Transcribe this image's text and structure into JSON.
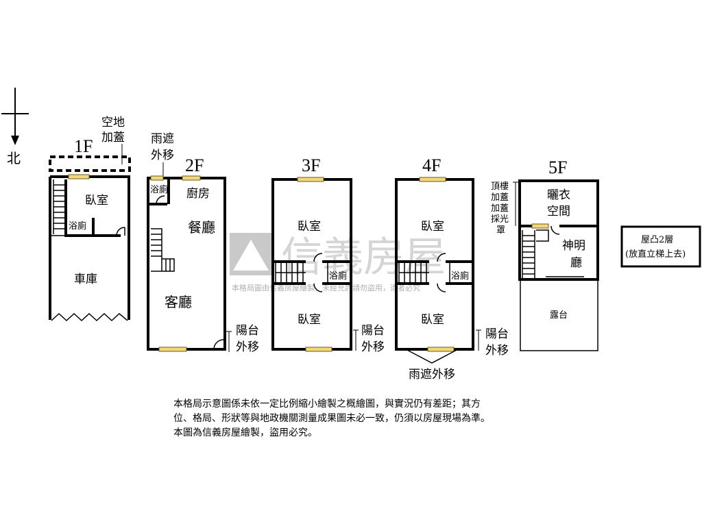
{
  "compass": {
    "north_label": "北"
  },
  "watermark": {
    "brand": "信義房屋",
    "notice": "本格局圖由信義房屋繪製，未經允許請勿盜用，違者必究"
  },
  "floors": {
    "f1": {
      "title": "1F",
      "rooms": {
        "bedroom": "臥室",
        "bath": "浴廁",
        "garage": "車庫"
      },
      "note_l1": "空地",
      "note_l2": "加蓋"
    },
    "f2": {
      "title": "2F",
      "rooms": {
        "bath": "浴廁",
        "kitchen": "廚房",
        "dining": "餐廳",
        "living": "客廳"
      },
      "note_l1": "雨遮",
      "note_l2": "外移",
      "balcony_l1": "陽台",
      "balcony_l2": "外移"
    },
    "f3": {
      "title": "3F",
      "rooms": {
        "bedroom_top": "臥室",
        "bath": "浴廁",
        "bedroom_bottom": "臥室"
      },
      "balcony_l1": "陽台",
      "balcony_l2": "外移"
    },
    "f4": {
      "title": "4F",
      "rooms": {
        "bedroom_top": "臥室",
        "bath": "浴廁",
        "bedroom_bottom": "臥室"
      },
      "balcony_l1": "陽台",
      "balcony_l2": "外移",
      "awning": "雨遮外移"
    },
    "f5": {
      "title": "5F",
      "rooms": {
        "laundry_l1": "曬衣",
        "laundry_l2": "空間",
        "shrine_l1": "神明",
        "shrine_l2": "廳",
        "terrace": "露台"
      },
      "note_lines": [
        "頂樓",
        "加蓋",
        "加蓋",
        "採光",
        "罩"
      ]
    }
  },
  "rooftop_box": {
    "line1": "屋凸2層",
    "line2": "(放直立梯上去)"
  },
  "disclaimer": {
    "line1": "本格局示意圖係未依一定比例縮小繪製之概繪圖，與實況仍有差距；其方",
    "line2": "位、格局、形狀等與地政機關測量成果圖未必一致，仍須以房屋現場為準。",
    "line3": "本圖為信義房屋繪製，盜用必究。"
  }
}
